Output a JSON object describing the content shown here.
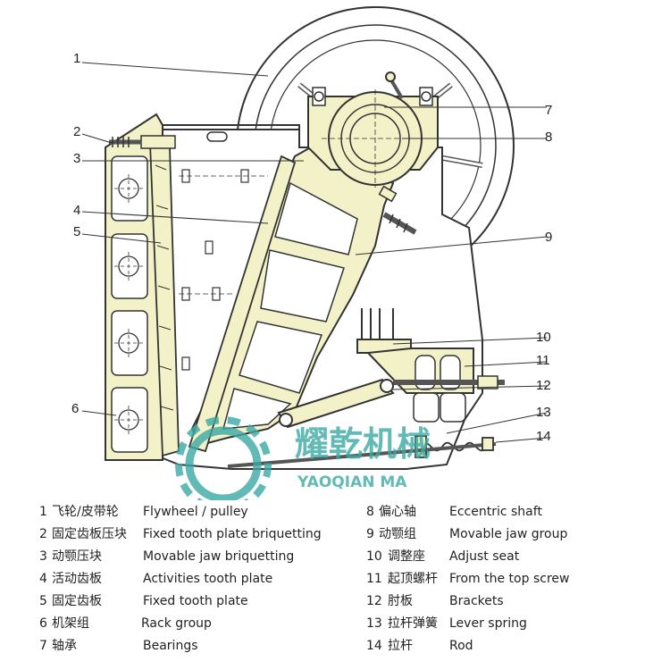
{
  "callouts": [
    "1",
    "2",
    "3",
    "4",
    "5",
    "6",
    "7",
    "8",
    "9",
    "10",
    "11",
    "12",
    "13",
    "14"
  ],
  "watermark": {
    "brand_zh": "耀乾机械",
    "brand_en": "YAOQIAN MA"
  },
  "legend_left": [
    {
      "num": "1",
      "zh": "飞轮/皮带轮",
      "en": "Flywheel / pulley"
    },
    {
      "num": "2",
      "zh": "固定齿板压块",
      "en": "Fixed tooth plate briquetting"
    },
    {
      "num": "3",
      "zh": "动颚压块",
      "en": "Movable jaw briquetting"
    },
    {
      "num": "4",
      "zh": "活动齿板",
      "en": "Activities tooth plate"
    },
    {
      "num": "5",
      "zh": "固定齿板",
      "en": "Fixed tooth plate"
    },
    {
      "num": "6",
      "zh": "机架组",
      "en": "Rack group"
    },
    {
      "num": "7",
      "zh": "轴承",
      "en": "Bearings"
    }
  ],
  "legend_right": [
    {
      "num": "8",
      "zh": "偏心轴",
      "en": "Eccentric shaft"
    },
    {
      "num": "9",
      "zh": "动颚组",
      "en": "Movable jaw group"
    },
    {
      "num": "10",
      "zh": "调整座",
      "en": "Adjust seat"
    },
    {
      "num": "11",
      "zh": "起顶螺杆",
      "en": "From the top screw"
    },
    {
      "num": "12",
      "zh": "肘板",
      "en": "Brackets"
    },
    {
      "num": "13",
      "zh": "拉杆弹簧",
      "en": "Lever  spring"
    },
    {
      "num": "14",
      "zh": "拉杆",
      "en": "Rod"
    }
  ],
  "colors": {
    "fill": "#f3f1c8",
    "line": "#333333",
    "watermark": "#3aa9a3"
  }
}
